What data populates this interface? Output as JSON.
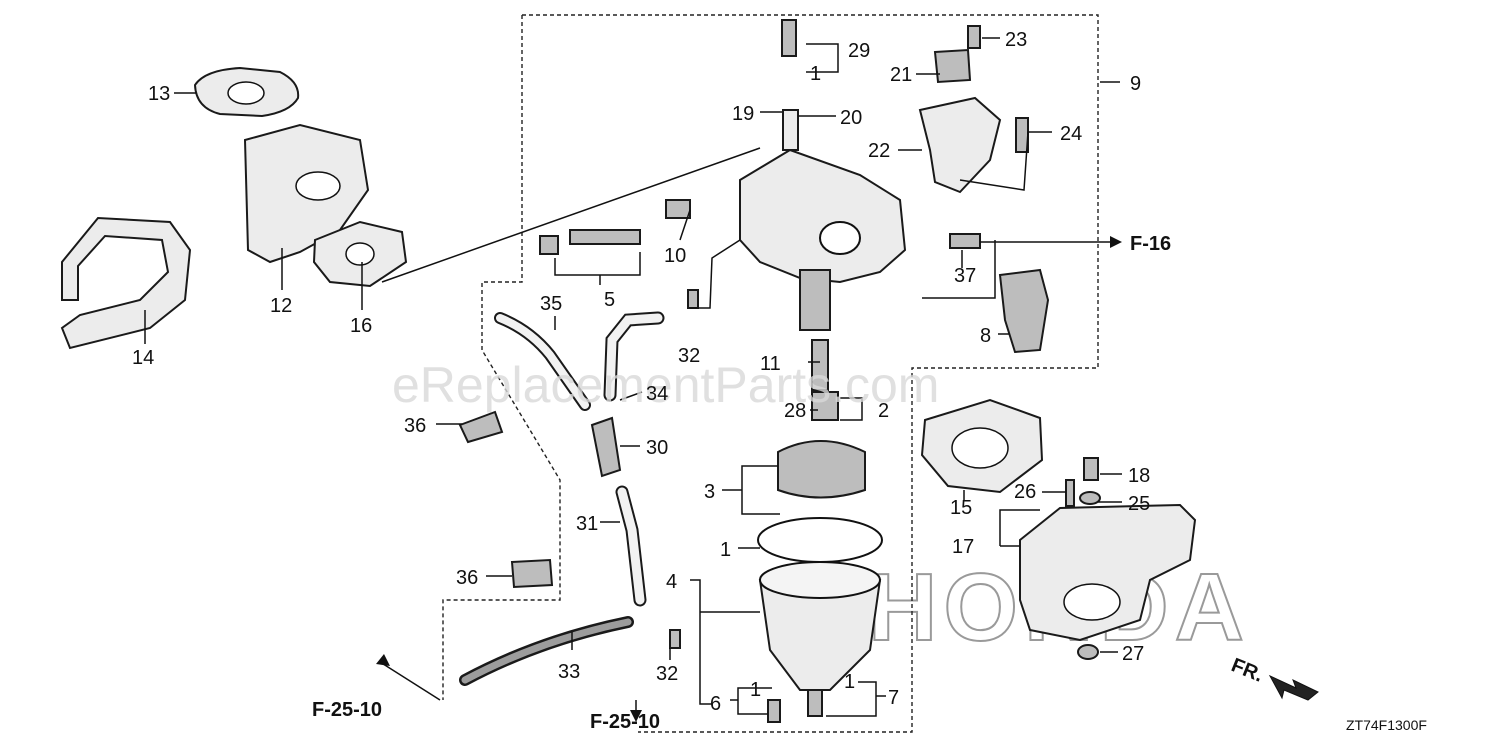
{
  "callouts": {
    "c1a": "1",
    "c1b": "1",
    "c1c": "1",
    "c1d": "1",
    "c2": "2",
    "c3": "3",
    "c4": "4",
    "c5": "5",
    "c6": "6",
    "c7": "7",
    "c8": "8",
    "c9": "9",
    "c10": "10",
    "c11": "11",
    "c12": "12",
    "c13": "13",
    "c14": "14",
    "c15": "15",
    "c16": "16",
    "c17": "17",
    "c18": "18",
    "c19": "19",
    "c20": "20",
    "c21": "21",
    "c22": "22",
    "c23": "23",
    "c24": "24",
    "c25": "25",
    "c26": "26",
    "c27": "27",
    "c28": "28",
    "c29": "29",
    "c30": "30",
    "c31": "31",
    "c32a": "32",
    "c32b": "32",
    "c33": "33",
    "c34": "34",
    "c35": "35",
    "c36a": "36",
    "c36b": "36",
    "c37": "37"
  },
  "references": {
    "f16": "F-16",
    "f25_left": "F-25-10",
    "f25_right": "F-25-10",
    "front": "FR."
  },
  "watermark": "eReplacementParts.com",
  "brand_mark": "HONDA",
  "diagram_code": "ZT74F1300F"
}
